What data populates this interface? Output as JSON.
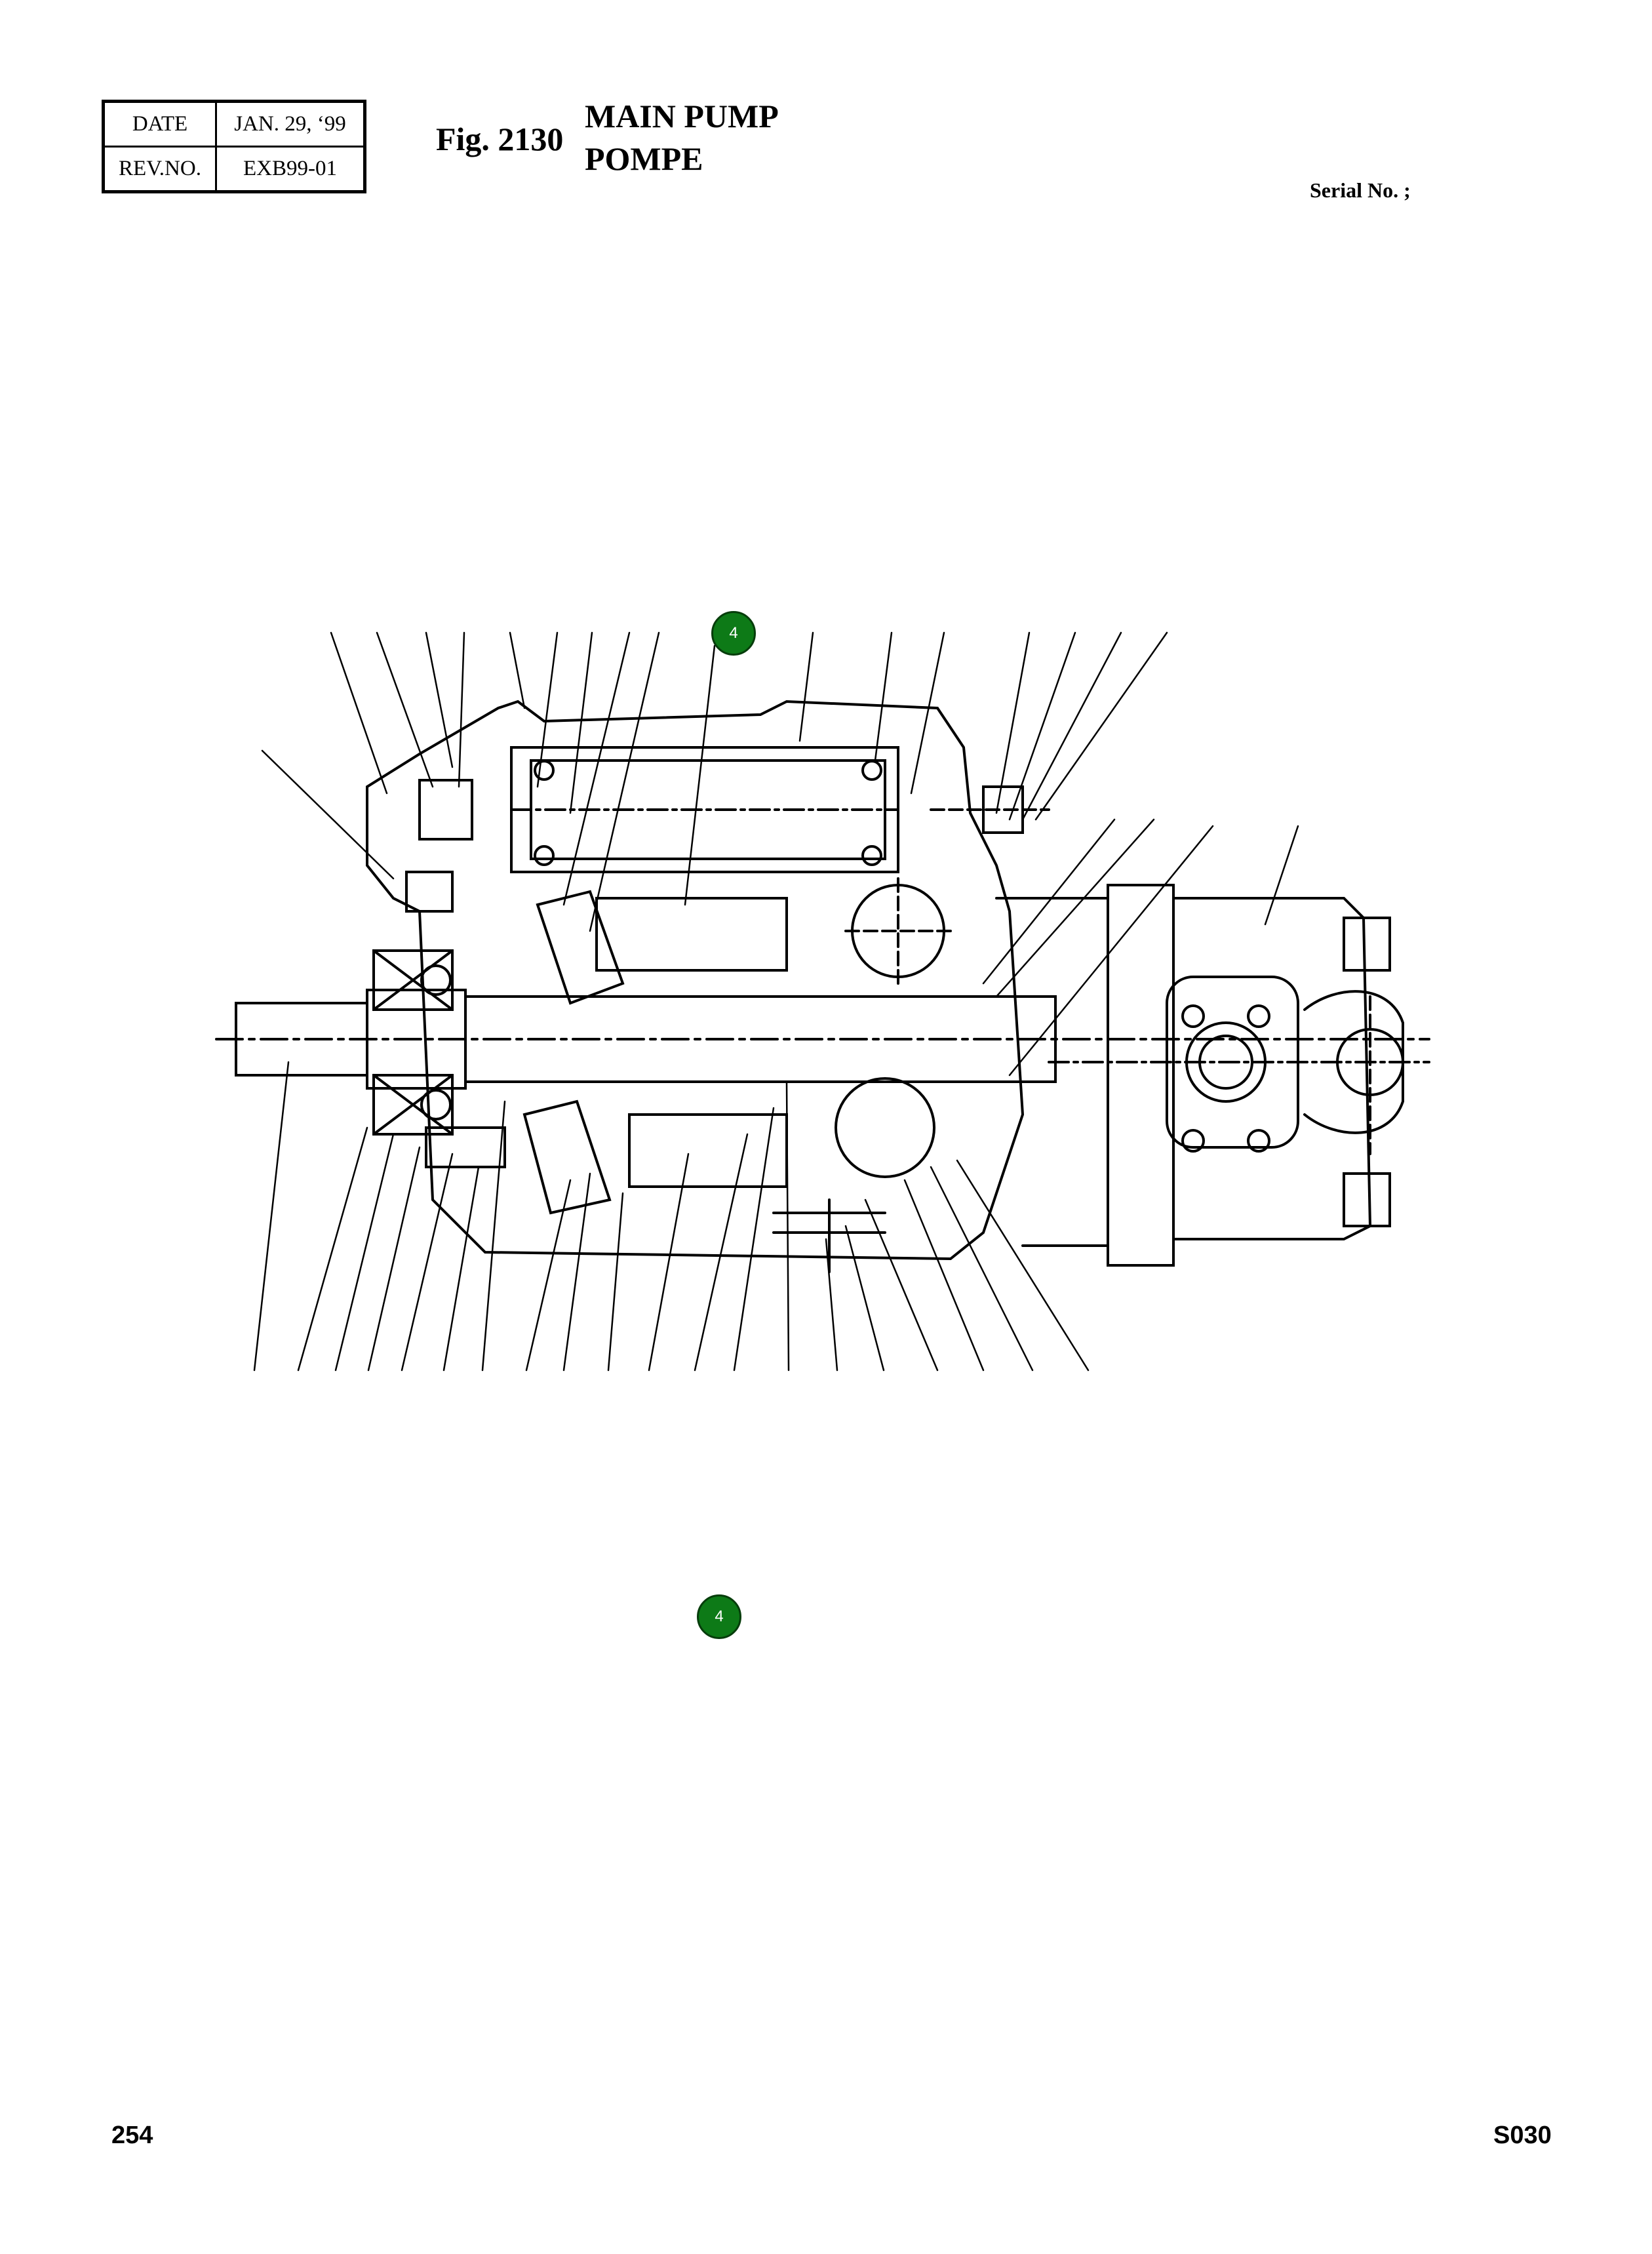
{
  "header": {
    "date_label": "DATE",
    "date_value": "JAN. 29, ‘99",
    "rev_label": "REV.NO.",
    "rev_value": "EXB99-01"
  },
  "figure": {
    "fig_label": "Fig. 2130",
    "title_line_1": "MAIN PUMP",
    "title_line_2": "POMPE"
  },
  "serial": "Serial No. ;",
  "callouts": {
    "drawing_callout": "4",
    "legend_callout": "4"
  },
  "footer": {
    "page_number": "254",
    "page_code": "S030"
  },
  "colors": {
    "callout_fill": "#0d7a17",
    "line": "#000000"
  }
}
